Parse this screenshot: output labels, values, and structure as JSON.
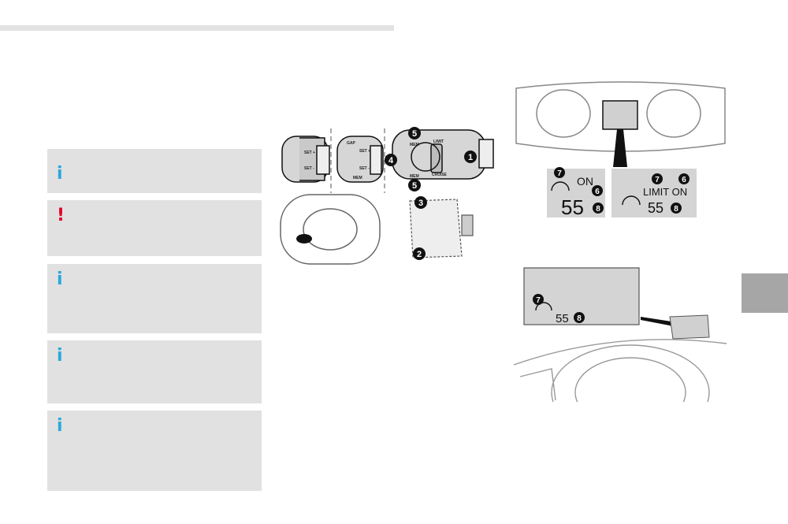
{
  "notes": [
    {
      "type": "info",
      "icon": "i"
    },
    {
      "type": "warning",
      "icon": "!"
    },
    {
      "type": "info",
      "icon": "i"
    },
    {
      "type": "info",
      "icon": "i"
    },
    {
      "type": "info",
      "icon": "i"
    }
  ],
  "stalk_figure": {
    "labels": {
      "set_plus": "SET +",
      "set_minus": "SET -",
      "gap": "GAP",
      "mem": "MEM",
      "limit": "LIMIT",
      "cruise": "CRUISE"
    },
    "callouts": [
      "1",
      "2",
      "3",
      "4",
      "5",
      "5"
    ]
  },
  "cluster_figure": {
    "left_display": {
      "status": "ON",
      "speed": "55"
    },
    "right_display": {
      "mode": "LIMIT ON",
      "speed": "55"
    },
    "callouts": [
      "7",
      "6",
      "8",
      "7",
      "6",
      "8"
    ]
  },
  "hud_figure": {
    "speed": "55",
    "callouts": [
      "7",
      "8"
    ]
  },
  "colors": {
    "info": "#29a9dc",
    "warning": "#e4002b",
    "box_bg": "#e1e1e1",
    "tab": "#a6a6a6"
  }
}
